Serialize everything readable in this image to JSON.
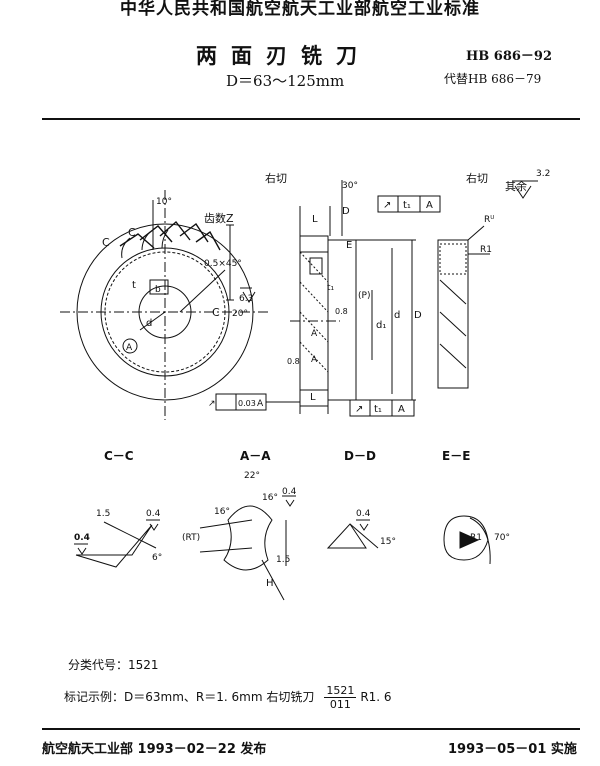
{
  "header": {
    "authority": "中华人民共和国航空航天工业部航空工业标准",
    "title": "两面刃铣刀",
    "subtitle": "D＝63～125mm",
    "standard_no": "HB 686－92",
    "replaces": "代替HB 686－79"
  },
  "drawing": {
    "view_labels": {
      "right_cut_1": "右切",
      "right_cut_2": "右切"
    },
    "roughness": {
      "rest_label": "其余",
      "rest_value": "3.2",
      "r04a": "0.4",
      "r04b": "0.4",
      "r04c": "0.4",
      "r04d": "0.4",
      "r08a": "0.8",
      "r08b": "0.8",
      "r63": "6.3"
    },
    "front_view": {
      "teeth_label": "齿数Z",
      "angle_10": "10°",
      "c_label": "C",
      "c_label2": "C",
      "c_label3": "C",
      "a_marker": "A",
      "b_label": "b",
      "t_label": "t",
      "d_label": "d"
    },
    "side_view": {
      "angle_30": "30°",
      "d_mark": "D",
      "e_mark": "E",
      "chamfer": "0.5×45°",
      "angle_20": "20°",
      "alpha_label": "(P)",
      "l_label": "L",
      "d1_label": "d₁",
      "d_small": "d",
      "D_big": "D",
      "A_label": "A",
      "A_label2": "A",
      "ti_label": "t₁",
      "tol_a": "↗",
      "ti_a": "t₁",
      "datum_a": "A",
      "tol_b": "↗",
      "ti_b": "t₁",
      "datum_b": "A",
      "runout_val": "0.03",
      "runout_datum": "A",
      "L_bottom": "L"
    },
    "edge_view": {
      "r_top": "Rᵁ",
      "r1": "R1"
    },
    "sections": {
      "cc": "C－C",
      "aa": "A－A",
      "dd": "D－D",
      "ee": "E－E",
      "cc_15": "1.5",
      "cc_6": "6°",
      "cc_04": "0.4",
      "aa_22": "22°",
      "aa_16a": "16°",
      "aa_16b": "16°",
      "aa_rt": "(RT)",
      "aa_h": "H",
      "aa_15": "1.5",
      "dd_15": "15°",
      "ee_r1": "R1",
      "ee_70": "70°"
    }
  },
  "notes": {
    "classification": "分类代号：1521",
    "marking_prefix": "标记示例：D＝63mm、R＝1. 6mm 右切铣刀",
    "marking_num": "1521",
    "marking_den": "011",
    "marking_suffix": "R1. 6"
  },
  "footer": {
    "issuer": "航空航天工业部 1993－02－22 发布",
    "effective": "1993－05－01 实施"
  }
}
